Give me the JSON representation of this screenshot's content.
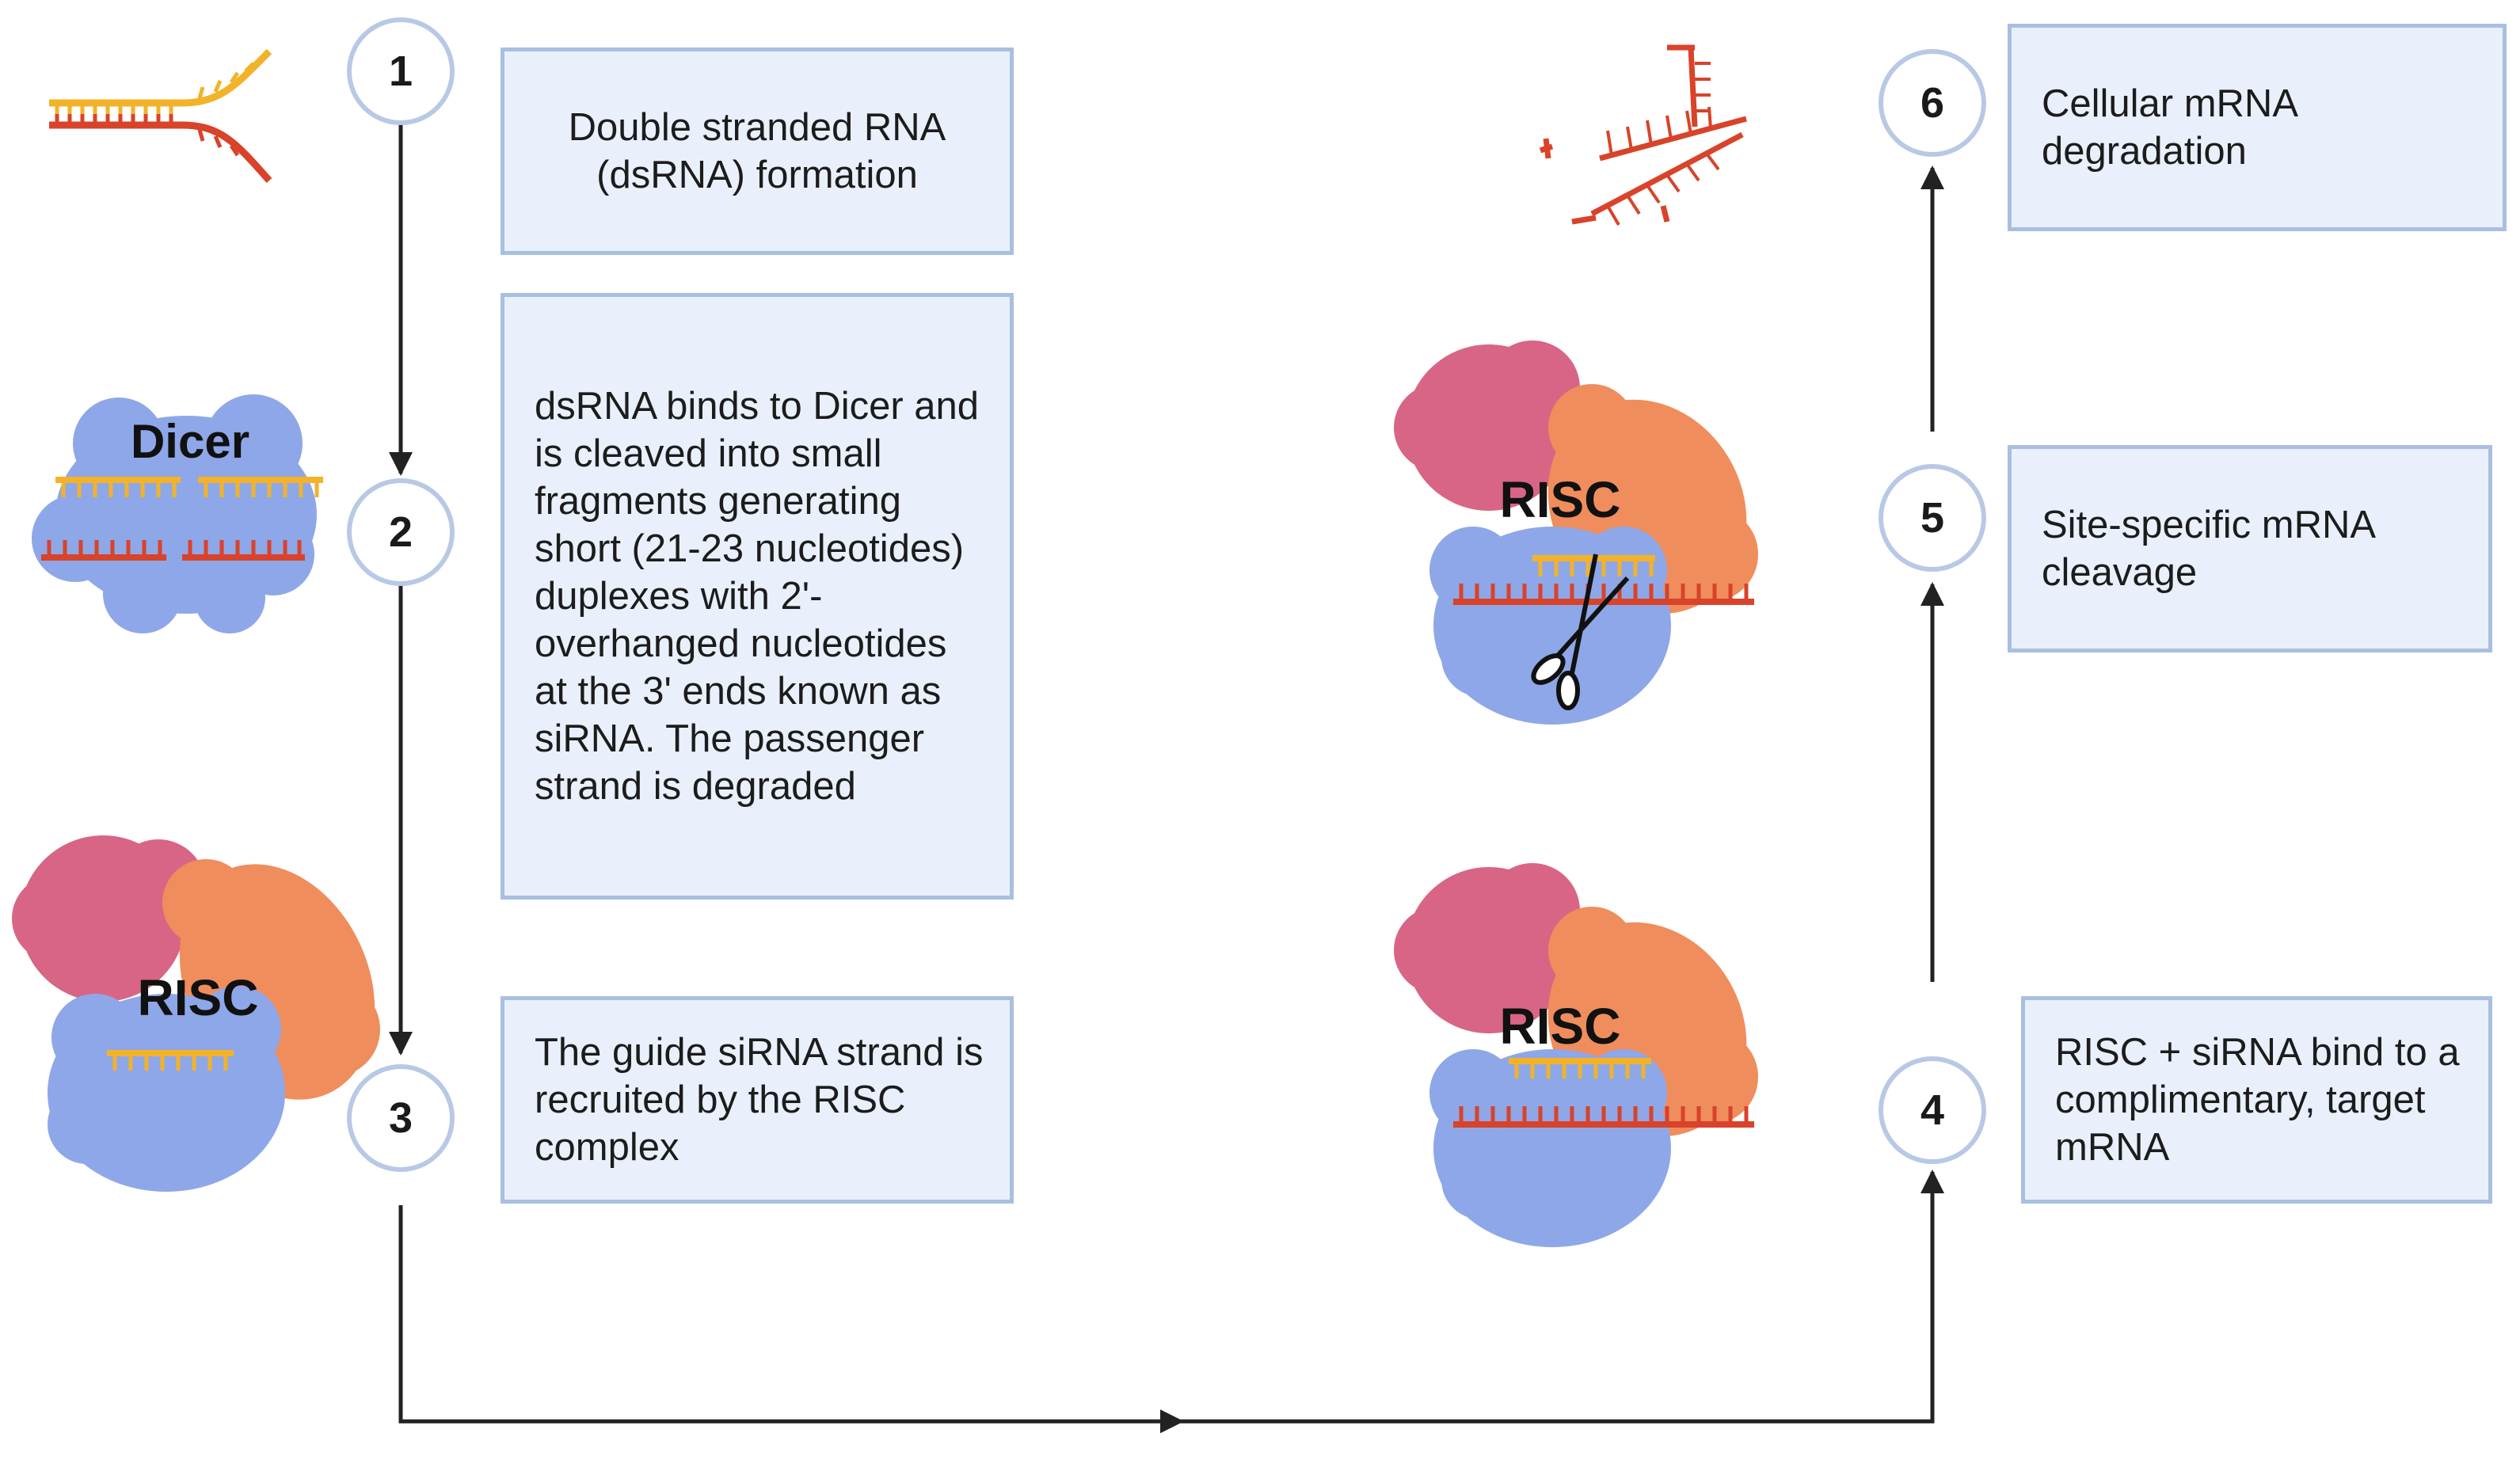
{
  "steps": [
    {
      "number": "1",
      "text": "Double stranded RNA (dsRNA) formation"
    },
    {
      "number": "2",
      "text": "dsRNA binds to Dicer and is cleaved into small fragments generating short (21-23 nucleotides) duplexes with 2'-overhanged nucleotides at the 3' ends known as siRNA. The passenger strand is degraded"
    },
    {
      "number": "3",
      "text": "The guide siRNA strand is recruited by the RISC complex"
    },
    {
      "number": "4",
      "text": "RISC + siRNA bind to a complimentary, target mRNA"
    },
    {
      "number": "5",
      "text": "Site-specific mRNA cleavage"
    },
    {
      "number": "6",
      "text": "Cellular mRNA degradation"
    }
  ],
  "labels": {
    "dicer": "Dicer",
    "risc": "RISC"
  },
  "colors": {
    "box_fill": "#e9f0fb",
    "box_border": "#a9bfe0",
    "circle_border": "#b8c9e6",
    "guide_strand": "#f2b32a",
    "target_strand": "#d8432a",
    "risc_pink": "#d86585",
    "risc_orange": "#f08d5c",
    "protein_blue": "#8ea7e8",
    "arrow": "#222222"
  }
}
